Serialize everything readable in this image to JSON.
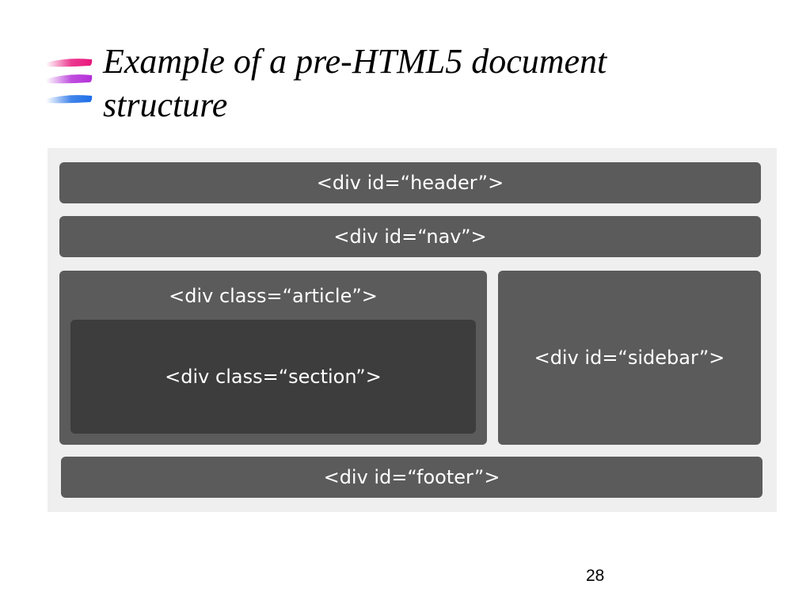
{
  "slide": {
    "title_line1": "Example of a pre-HTML5 document",
    "title_line2": "structure",
    "page_number": "28"
  },
  "diagram": {
    "header": "<div id=“header”>",
    "nav": "<div id=“nav”>",
    "article": "<div class=“article”>",
    "section": "<div class=“section”>",
    "sidebar": "<div id=“sidebar”>",
    "footer": "<div id=“footer”>"
  },
  "icons": {
    "title_decoration": "brush-strokes-icon"
  },
  "colors": {
    "diagram_background": "#efefef",
    "block": "#5b5b5b",
    "nested_block": "#3d3d3d",
    "block_text": "#ffffff",
    "stroke_pink": "#e8177d",
    "stroke_purple": "#b42fd8",
    "stroke_blue": "#1f6fe8"
  }
}
